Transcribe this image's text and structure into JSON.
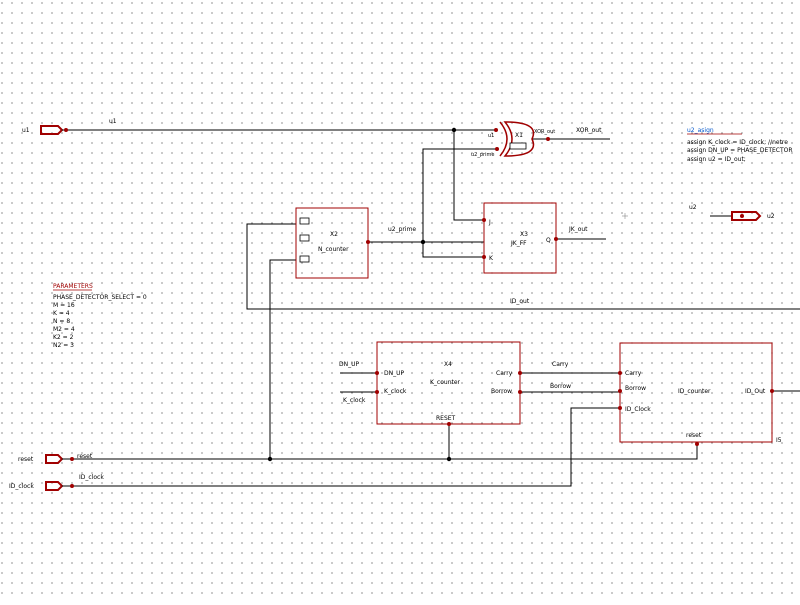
{
  "ports": {
    "u1": "u1",
    "reset": "reset",
    "ID_clock": "ID_clock",
    "u2": "u2"
  },
  "nets": {
    "u1": "u1",
    "XOR_out": "XOR_out",
    "u2_prime": "u2_prime",
    "JK_out": "JK_out",
    "ID_out": "ID_out",
    "DN_UP": "DN_UP",
    "K_clock": "K_clock",
    "Carry": "Carry",
    "Borrow": "Borrow",
    "reset": "reset",
    "ID_clock": "ID_clock",
    "u2": "u2"
  },
  "components": {
    "X1": {
      "ref": "X1",
      "pin_a": "u1",
      "pin_b": "u2_prime",
      "out": "XOR_out"
    },
    "X2": {
      "ref": "X2",
      "name": "N_counter"
    },
    "X3": {
      "ref": "X3",
      "name": "JK_FF",
      "pin_j": "J",
      "pin_k": "K",
      "pin_q": "Q"
    },
    "X4": {
      "ref": "X4",
      "name": "K_counter",
      "pin_dnup": "DN_UP",
      "pin_kclock": "K_clock",
      "pin_carry": "Carry",
      "pin_borrow": "Borrow",
      "pin_reset": "RESET"
    },
    "X5": {
      "ref": "I5",
      "name": "ID_counter",
      "pin_carry": "Carry",
      "pin_borrow": "Borrow",
      "pin_idclock": "ID_Clock",
      "pin_idout": "ID_Out",
      "pin_reset": "reset"
    }
  },
  "parameters": {
    "title": "PARAMETERS",
    "lines": [
      "PHASE_DETECTOR_SELECT = 0",
      "M = 16",
      "K = 4",
      "N = 8",
      "M2 = 4",
      "K2 = 2",
      "N2 = 3"
    ]
  },
  "assign_block": {
    "title": "u2_asign",
    "lines": [
      "assign K_clock = ID_clock; //netre",
      "assign DN_UP = PHASE_DETECTOR",
      "assign u2 = ID_out;"
    ]
  },
  "colors": {
    "component": "#a00000",
    "wire": "#000000",
    "assign_title": "#0055cc",
    "grid": "#9a9a9a"
  }
}
